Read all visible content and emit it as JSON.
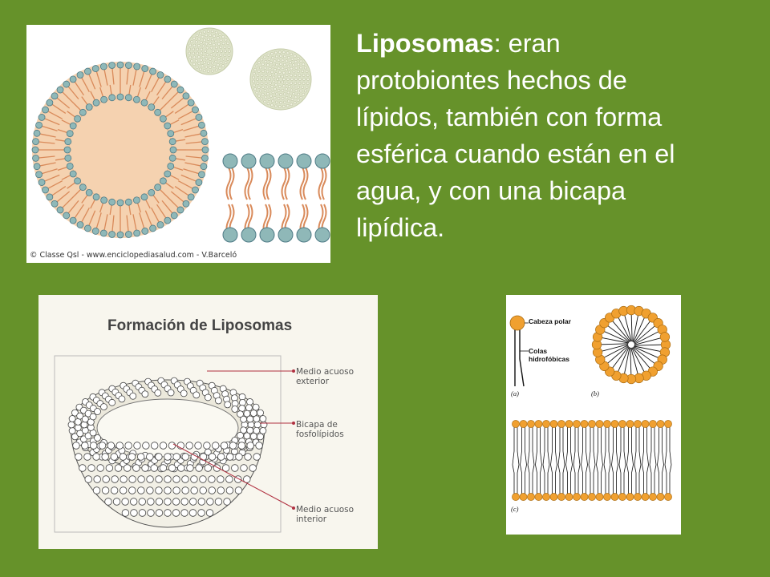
{
  "main": {
    "text": {
      "heading": "Liposomas",
      "body": ": eran protobiontes hechos de lípidos, también con forma esférica cuando están en el agua, y con una bicapa lipídica."
    }
  },
  "figure_top_left": {
    "credit": "© Classe Qsl - www.enciclopediasalud.com - V.Barceló"
  },
  "figure_bottom_left": {
    "title": "Formación de Liposomas",
    "labels": {
      "outer": "Medio acuoso\nexterior",
      "bilayer": "Bicapa de\nfosfolípidos",
      "inner": "Medio acuoso\ninterior"
    }
  },
  "figure_bottom_right": {
    "label_head": "Cabeza polar",
    "label_tails": "Colas\nhidrofóbicas",
    "caption_a": "(a)",
    "caption_b": "(b)",
    "caption_c": "(c)"
  },
  "colors": {
    "background": "#66922a",
    "head_fill_teal": "#8fb8b8",
    "head_fill_orange": "#f0a030",
    "tail_orange": "#d98a5a",
    "interior_fill": "#f5d2b0"
  }
}
